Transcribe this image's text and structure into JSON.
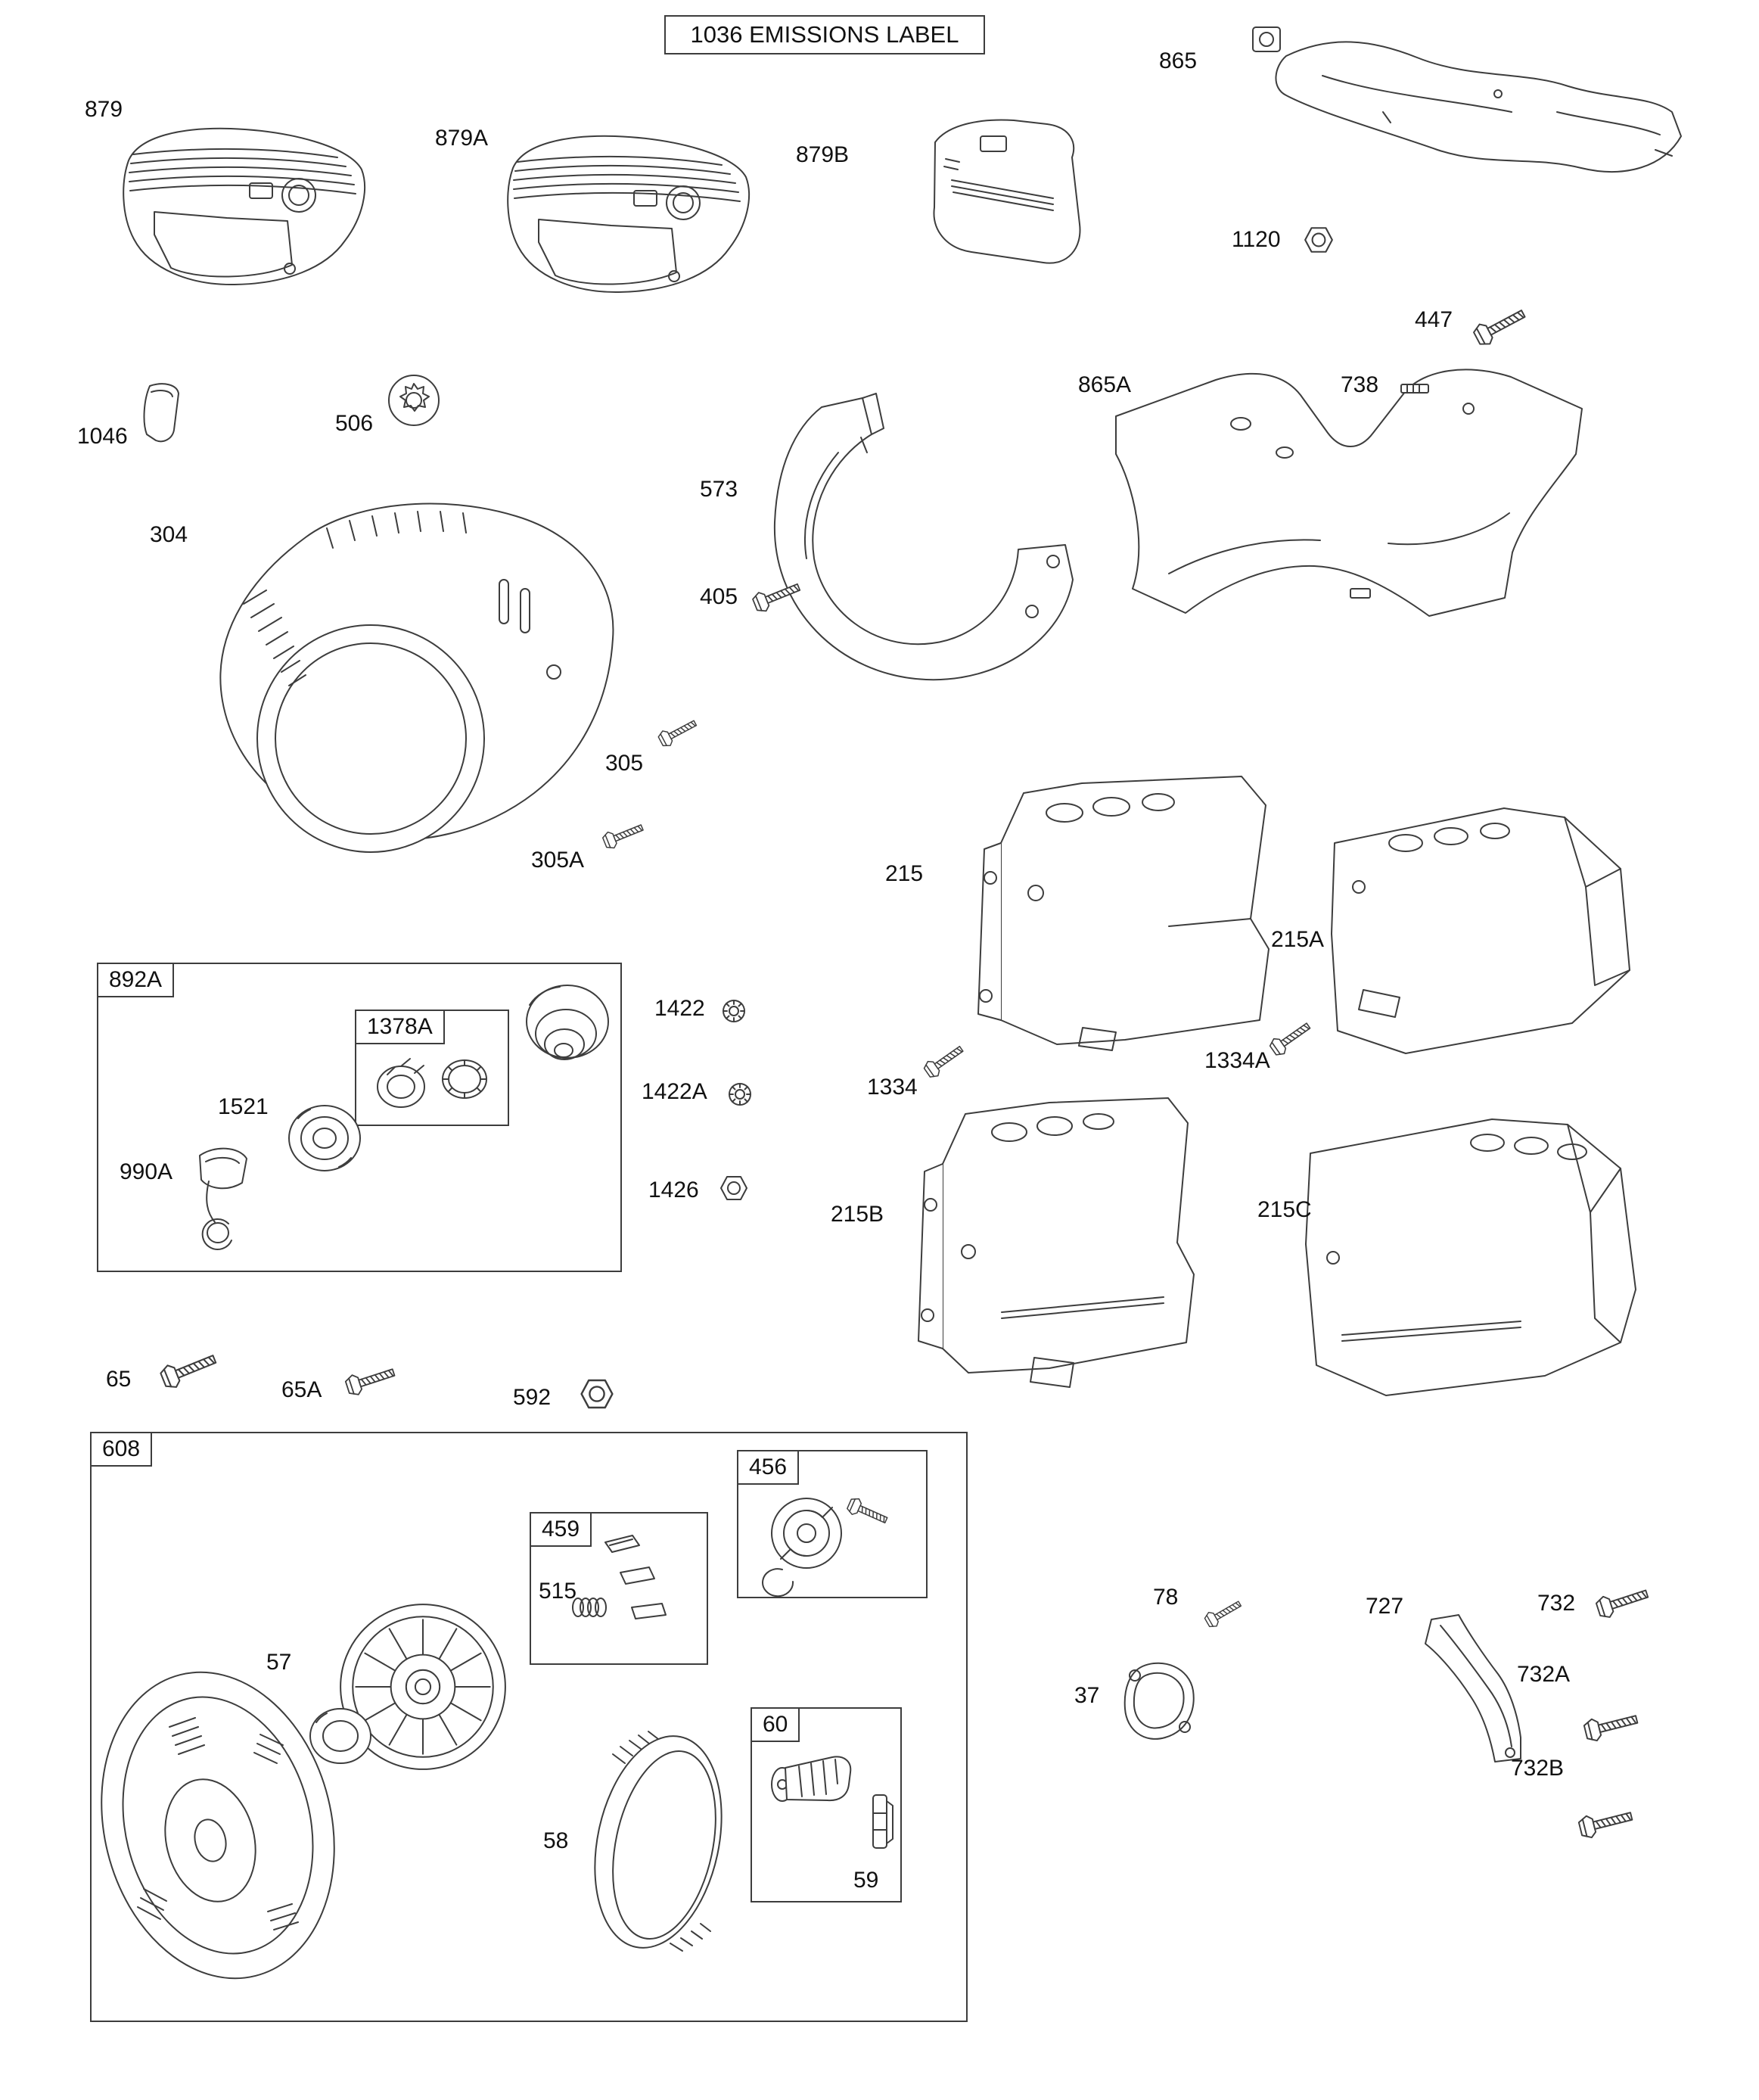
{
  "title": "1036 EMISSIONS LABEL",
  "colors": {
    "line": "#3d3d3d",
    "background": "#ffffff",
    "text": "#111111"
  },
  "parts": {
    "865": "865",
    "879": "879",
    "879A": "879A",
    "879B": "879B",
    "1120": "1120",
    "447": "447",
    "1046": "1046",
    "506": "506",
    "573": "573",
    "865A": "865A",
    "738": "738",
    "304": "304",
    "405": "405",
    "305": "305",
    "305A": "305A",
    "215": "215",
    "215A": "215A",
    "215B": "215B",
    "215C": "215C",
    "892A": "892A",
    "1378A": "1378A",
    "1521": "1521",
    "990A": "990A",
    "1422": "1422",
    "1422A": "1422A",
    "1426": "1426",
    "1334": "1334",
    "1334A": "1334A",
    "65": "65",
    "65A": "65A",
    "592": "592",
    "608": "608",
    "456": "456",
    "459": "459",
    "515": "515",
    "57": "57",
    "58": "58",
    "59": "59",
    "60": "60",
    "78": "78",
    "37": "37",
    "727": "727",
    "732": "732",
    "732A": "732A",
    "732B": "732B"
  }
}
